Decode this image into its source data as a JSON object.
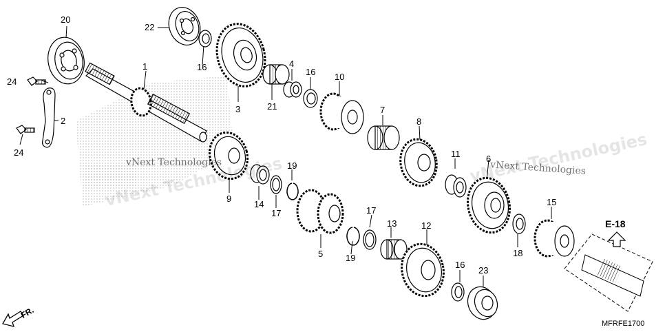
{
  "callouts": [
    "1",
    "2",
    "3",
    "4",
    "5",
    "6",
    "7",
    "8",
    "9",
    "10",
    "11",
    "12",
    "13",
    "14",
    "15",
    "16",
    "16",
    "16",
    "17",
    "17",
    "18",
    "19",
    "19",
    "20",
    "21",
    "22",
    "23",
    "24",
    "24"
  ],
  "reference_label": "E-18",
  "direction_label": "FR.",
  "diagram_code": "MFRFE1700",
  "watermark_text": "vNext Technologies",
  "colors": {
    "line": "#000000",
    "background": "#ffffff",
    "shade": "#9a9a9a"
  }
}
